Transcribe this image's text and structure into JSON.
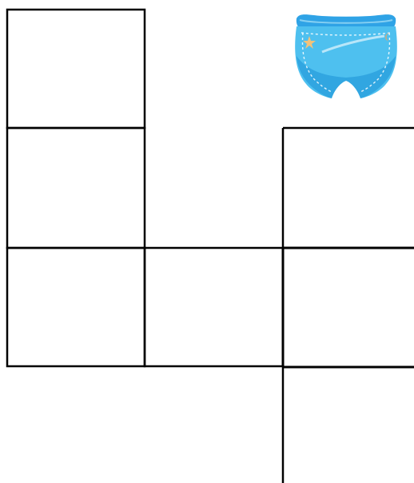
{
  "grid": {
    "cells": [
      {
        "id": "cell-col1-row1",
        "label": ""
      },
      {
        "id": "cell-col1-row2",
        "label": ""
      },
      {
        "id": "cell-col1-row3",
        "label": ""
      },
      {
        "id": "cell-col2-row3",
        "label": ""
      },
      {
        "id": "cell-col3-row2",
        "label": ""
      },
      {
        "id": "cell-col3-row3",
        "label": ""
      },
      {
        "id": "cell-col3-row4",
        "label": ""
      }
    ],
    "line_color": "#000000"
  },
  "picture": {
    "icon": "diaper-icon",
    "colors": {
      "body": "#4ec0ef",
      "light": "#a9e1f7",
      "dark": "#1a8fd6",
      "waistband": "#2fa3e6",
      "star": "#f2c27a"
    }
  }
}
